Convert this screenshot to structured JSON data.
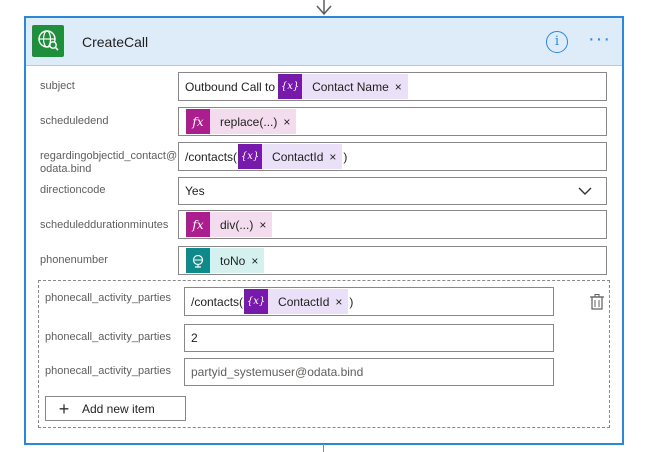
{
  "action": {
    "title": "CreateCall",
    "icon": "globe-search-icon",
    "info_icon": "info-icon",
    "more_icon": "more-icon"
  },
  "params": {
    "subject": {
      "label": "subject",
      "text": "Outbound Call to",
      "token": {
        "icon": "{x}",
        "label": "Contact Name",
        "close": "×"
      }
    },
    "scheduledend": {
      "label": "scheduledend",
      "token": {
        "icon": "fx",
        "label": "replace(...)",
        "close": "×"
      }
    },
    "regarding": {
      "label": "regardingobjectid_contact@odata.bind",
      "prefix": "/contacts(",
      "suffix": ")",
      "token": {
        "icon": "{x}",
        "label": "ContactId",
        "close": "×"
      }
    },
    "directioncode": {
      "label": "directioncode",
      "value": "Yes"
    },
    "duration": {
      "label": "scheduleddurationminutes",
      "token": {
        "icon": "fx",
        "label": "div(...)",
        "close": "×"
      }
    },
    "phonenumber": {
      "label": "phonenumber",
      "token": {
        "icon": "trigger-icon",
        "label": "toNo",
        "close": "×"
      }
    }
  },
  "parties": {
    "item1": {
      "label": "phonecall_activity_parties",
      "prefix": "/contacts(",
      "suffix": ")",
      "token": {
        "icon": "{x}",
        "label": "ContactId",
        "close": "×"
      }
    },
    "item2": {
      "label": "phonecall_activity_parties",
      "value": "2"
    },
    "item3": {
      "label": "phonecall_activity_parties",
      "placeholder": "partyid_systemuser@odata.bind"
    },
    "add_label": "Add new item"
  },
  "colors": {
    "header_bg": "#deecf9",
    "accent": "#2b88d8",
    "variable_token": "#7719aa",
    "expression_token": "#aa1f8d",
    "trigger_token": "#0e8a8a",
    "app_icon_bg": "#1f8e3d"
  }
}
